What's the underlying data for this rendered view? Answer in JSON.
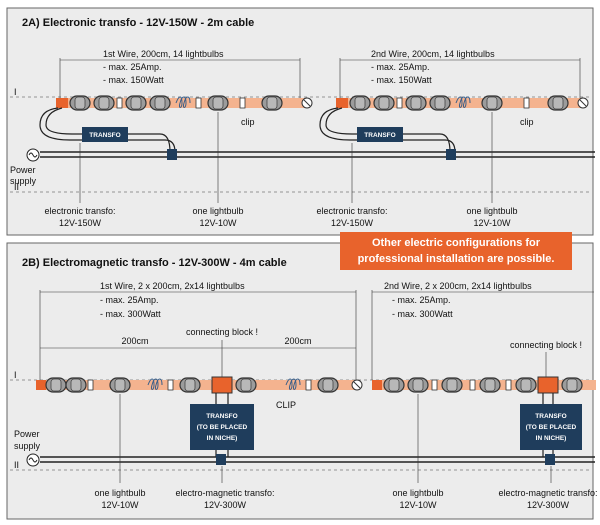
{
  "panel_a": {
    "title": "2A) Electronic transfo - 12V-150W - 2m cable",
    "line_i": "I",
    "line_ii": "II",
    "wire1": {
      "line1": "1st Wire, 200cm, 14 lightbulbs",
      "line2": "- max. 25Amp.",
      "line3": "- max. 150Watt"
    },
    "wire2": {
      "line1": "2nd Wire, 200cm, 14 lightbulbs",
      "line2": "- max. 25Amp.",
      "line3": "- max. 150Watt"
    },
    "clip": "clip",
    "transfo": "TRANSFO",
    "power_line1": "Power",
    "power_line2": "supply",
    "transfo_label_line1": "electronic transfo:",
    "transfo_label_line2": "12V-150W",
    "bulb_label_line1": "one lightbulb",
    "bulb_label_line2": "12V-10W"
  },
  "callout": {
    "line1": "Other electric configurations for",
    "line2": "professional installation are possible."
  },
  "panel_b": {
    "title": "2B) Electromagnetic transfo - 12V-300W - 4m cable",
    "line_i": "I",
    "line_ii": "II",
    "wire1": {
      "line1": "1st Wire, 2 x 200cm, 2x14 lightbulbs",
      "line2": "- max. 25Amp.",
      "line3": "- max. 300Watt"
    },
    "wire2": {
      "line1": "2nd Wire, 2 x 200cm, 2x14 lightbulbs",
      "line2": "- max. 25Amp.",
      "line3": "- max. 300Watt"
    },
    "connecting_block": "connecting block !",
    "dim_left": "200cm",
    "dim_right": "200cm",
    "clip": "CLIP",
    "transfo_line1": "TRANSFO",
    "transfo_line2": "(TO BE PLACED",
    "transfo_line3": "IN NICHE)",
    "power_line1": "Power",
    "power_line2": "supply",
    "bulb_label_line1": "one lightbulb",
    "bulb_label_line2": "12V-10W",
    "transfo_label_line1": "electro-magnetic transfo:",
    "transfo_label_line2": "12V-300W"
  },
  "colors": {
    "cable": "#f4b38f",
    "accent": "#e8632c",
    "transfo": "#1f3d5c",
    "panel_bg": "#ececec",
    "bulb": "#9c9c9c"
  }
}
